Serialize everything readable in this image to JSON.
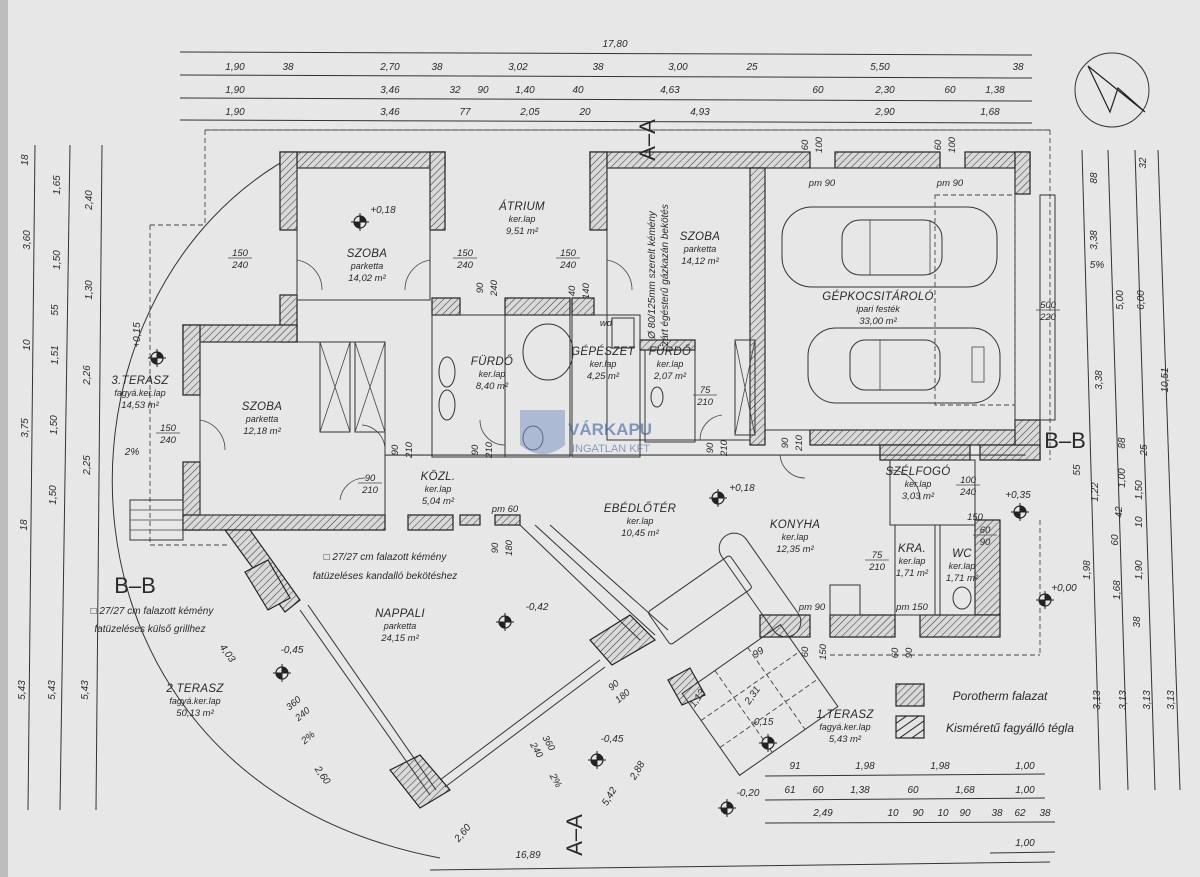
{
  "dimensions": {
    "top_total": "17,80",
    "top_row1": [
      "1,90",
      "38",
      "2,70",
      "38",
      "3,02",
      "38",
      "3,00",
      "25",
      "5,50",
      "38"
    ],
    "top_row2": [
      "1,90",
      "3,46",
      "32",
      "90",
      "1,40",
      "40",
      "4,63",
      "60",
      "2,30",
      "60",
      "1,38"
    ],
    "top_row3": [
      "1,90",
      "3,46",
      "77",
      "2,05",
      "20",
      "4,93",
      "2,90",
      "1,68"
    ],
    "left_col1": [
      "18",
      "3,60",
      "10",
      "3,75",
      "18",
      "5,43"
    ],
    "left_col2": [
      "1,65",
      "1,50",
      "55",
      "1,51",
      "1,50",
      "1,50",
      "5,43"
    ],
    "left_col3": [
      "2,40",
      "1,30",
      "2,26",
      "2,25",
      "5,43"
    ],
    "right_col1": [
      "88",
      "3,38",
      "3,38",
      "55",
      "1,22",
      "1,98",
      "3,13"
    ],
    "right_col2": [
      "5,00",
      "88",
      "1,00",
      "42",
      "60",
      "1,68",
      "3,13"
    ],
    "right_col3": [
      "32",
      "6,00",
      "25",
      "1,50",
      "10",
      "1,90",
      "38",
      "3,13"
    ],
    "right_col4": [
      "10,51",
      "3,13"
    ],
    "right_slope": "5%",
    "bottom_row1": [
      "91",
      "1,98",
      "1,98",
      "1,00"
    ],
    "bottom_row2": [
      "61",
      "60",
      "1,38",
      "60",
      "1,68",
      "1,00"
    ],
    "bottom_row3": [
      "2,49",
      "10",
      "90",
      "10",
      "90",
      "38",
      "62",
      "38"
    ],
    "bottom_row4": [
      "1,00"
    ],
    "diagonal": [
      "16,89",
      "2,60",
      "5,42",
      "2,60",
      "4,03",
      "2,88",
      "99",
      "2,31",
      "1,13"
    ],
    "slopes": [
      "2%",
      "2%",
      "2%"
    ]
  },
  "rooms": [
    {
      "name": "SZOBA",
      "floor": "parketta",
      "area": "14,02 m²"
    },
    {
      "name": "ÁTRIUM",
      "floor": "ker.lap",
      "area": "9,51 m²"
    },
    {
      "name": "SZOBA",
      "floor": "parketta",
      "area": "14,12 m²"
    },
    {
      "name": "GÉPKOCSITÁROLÓ",
      "floor": "ipari festék",
      "area": "33,00 m²"
    },
    {
      "name": "3.TERASZ",
      "floor": "fagyá.ker.lap",
      "area": "14,53 m²"
    },
    {
      "name": "SZOBA",
      "floor": "parketta",
      "area": "12,18 m²"
    },
    {
      "name": "FÜRDŐ",
      "floor": "ker.lap",
      "area": "8,40 m²"
    },
    {
      "name": "GÉPÉSZET",
      "floor": "ker.lap",
      "area": "4,25 m²"
    },
    {
      "name": "FÜRDŐ",
      "floor": "ker.lap",
      "area": "2,07 m²"
    },
    {
      "name": "KÖZL.",
      "floor": "ker.lap",
      "area": "5,04 m²"
    },
    {
      "name": "EBÉDLŐTÉR",
      "floor": "ker.lap",
      "area": "10,45 m²"
    },
    {
      "name": "KONYHA",
      "floor": "ker.lap",
      "area": "12,35 m²"
    },
    {
      "name": "SZÉLFOGÓ",
      "floor": "ker.lap",
      "area": "3,03 m²"
    },
    {
      "name": "KRA.",
      "floor": "ker.lap",
      "area": "1,71 m²"
    },
    {
      "name": "WC",
      "floor": "ker.lap",
      "area": "1,71 m²"
    },
    {
      "name": "NAPPALI",
      "floor": "parketta",
      "area": "24,15 m²"
    },
    {
      "name": "2.TERASZ",
      "floor": "fagyá.ker.lap",
      "area": "50,13 m²"
    },
    {
      "name": "1.TERASZ",
      "floor": "fagyá.ker.lap",
      "area": "5,43 m²"
    }
  ],
  "levels": [
    "+0,18",
    "+0,15",
    "+0,18",
    "-0,42",
    "-0,45",
    "-0,45",
    "-0,15",
    "-0,20",
    "+0,00",
    "+0,35"
  ],
  "doors": [
    {
      "top": "150",
      "bottom": "240"
    },
    {
      "top": "150",
      "bottom": "240"
    },
    {
      "top": "150",
      "bottom": "240"
    },
    {
      "top": "90",
      "bottom": "240"
    },
    {
      "top": "40",
      "bottom": "140"
    },
    {
      "top": "150",
      "bottom": "240"
    },
    {
      "top": "90",
      "bottom": "210"
    },
    {
      "top": "90",
      "bottom": "210"
    },
    {
      "top": "75",
      "bottom": "210"
    },
    {
      "top": "90",
      "bottom": "210"
    },
    {
      "top": "90",
      "bottom": "210"
    },
    {
      "top": "90",
      "bottom": "210"
    },
    {
      "top": "90",
      "bottom": "180"
    },
    {
      "top": "500",
      "bottom": "220"
    },
    {
      "top": "100",
      "bottom": "240"
    },
    {
      "top": "75",
      "bottom": "210"
    },
    {
      "top": "60",
      "bottom": "90"
    },
    {
      "top": "60",
      "bottom": "90"
    },
    {
      "top": "60",
      "bottom": "100"
    },
    {
      "top": "60",
      "bottom": "100"
    },
    {
      "top": "90",
      "bottom": "180"
    },
    {
      "top": "360",
      "bottom": "240"
    },
    {
      "top": "360",
      "bottom": "240"
    }
  ],
  "openings": [
    "pm 90",
    "pm 90",
    "pm 60",
    "pm 90",
    "pm 150",
    "150",
    "60",
    "150",
    "wd"
  ],
  "notes": {
    "chimney_fireplace_1": "□ 27/27 cm falazott kémény",
    "chimney_fireplace_2": "fatüzeléses kandalló bekötéshez",
    "chimney_grill_1": "□ 27/27 cm falazott kémény",
    "chimney_grill_2": "fatüzeléses külső grillhez",
    "flue_1": "Ø 80/125mm szerelt kémény",
    "flue_2": "zárt égésterű gázkazán bekötés"
  },
  "sections": [
    "A–A",
    "A–A",
    "B–B",
    "B–B"
  ],
  "legend": [
    {
      "label": "Porotherm falazat"
    },
    {
      "label": "Kisméretű fagyálló tégla"
    }
  ],
  "logo": {
    "line1": "VÁRKAPU",
    "line2": "INGATLAN KFT"
  }
}
